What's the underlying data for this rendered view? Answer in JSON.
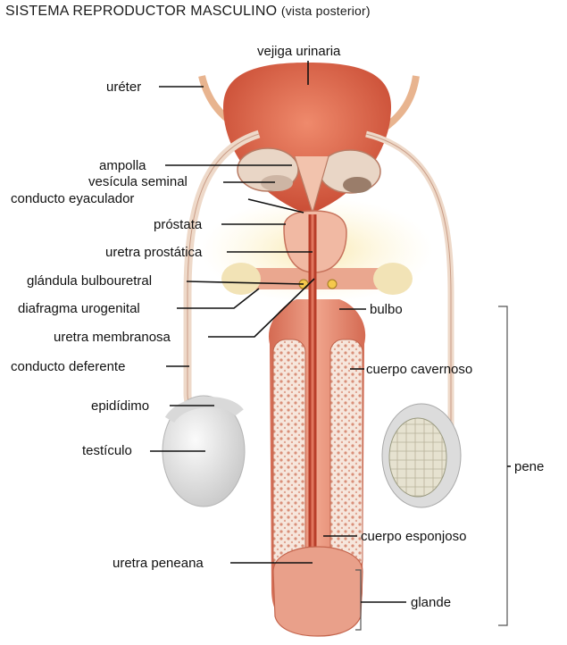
{
  "title": "SISTEMA REPRODUCTOR MASCULINO",
  "subtitle": "(vista posterior)",
  "labels": {
    "vejiga": "vejiga urinaria",
    "ureter": "uréter",
    "ampolla": "ampolla",
    "vesicula": "vesícula seminal",
    "conducto_eyaculador": "conducto eyaculador",
    "prostata": "próstata",
    "uretra_prostatica": "uretra prostática",
    "glandula": "glándula bulbouretral",
    "diafragma": "diafragma urogenital",
    "uretra_membranosa": "uretra membranosa",
    "conducto_deferente": "conducto deferente",
    "epididimo": "epidídimo",
    "testiculo": "testículo",
    "uretra_peneana": "uretra peneana",
    "bulbo": "bulbo",
    "cuerpo_cavernoso": "cuerpo cavernoso",
    "pene": "pene",
    "cuerpo_esponjoso": "cuerpo esponjoso",
    "glande": "glande"
  },
  "colors": {
    "bladder": "#e06a4e",
    "tissue": "#e8937a",
    "dark_tissue": "#c24b35",
    "pale": "#f3d9c8",
    "testis": "#ececec",
    "yellow_glow": "#f7e3a0"
  }
}
